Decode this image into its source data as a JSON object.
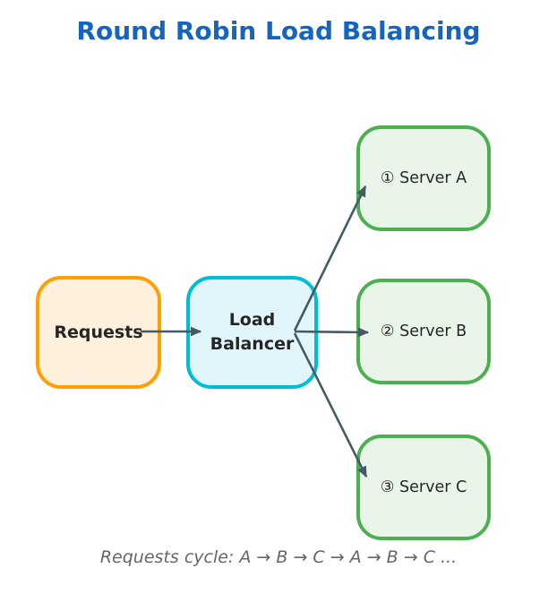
{
  "title": {
    "text": "Round Robin Load Balancing",
    "color": "#1565C0"
  },
  "nodes": {
    "requests": {
      "label": "Requests",
      "border_color": "#FFA000",
      "fill_color": "#FDF0DC"
    },
    "load_balancer": {
      "label": "Load Balancer",
      "border_color": "#00BCD4",
      "fill_color": "#E0F6FA"
    },
    "server_a": {
      "label": "① Server A",
      "border_color": "#4CAF50",
      "fill_color": "#E9F5E9"
    },
    "server_b": {
      "label": "② Server B",
      "border_color": "#4CAF50",
      "fill_color": "#E9F5E9"
    },
    "server_c": {
      "label": "③ Server C",
      "border_color": "#4CAF50",
      "fill_color": "#E9F5E9"
    }
  },
  "edges": [
    {
      "from": "requests",
      "to": "load_balancer"
    },
    {
      "from": "load_balancer",
      "to": "server_a"
    },
    {
      "from": "load_balancer",
      "to": "server_b"
    },
    {
      "from": "load_balancer",
      "to": "server_c"
    }
  ],
  "arrows": {
    "color": "#455A64"
  },
  "caption": {
    "text": "Requests cycle: A → B → C → A → B → C ...",
    "color": "#666666"
  }
}
